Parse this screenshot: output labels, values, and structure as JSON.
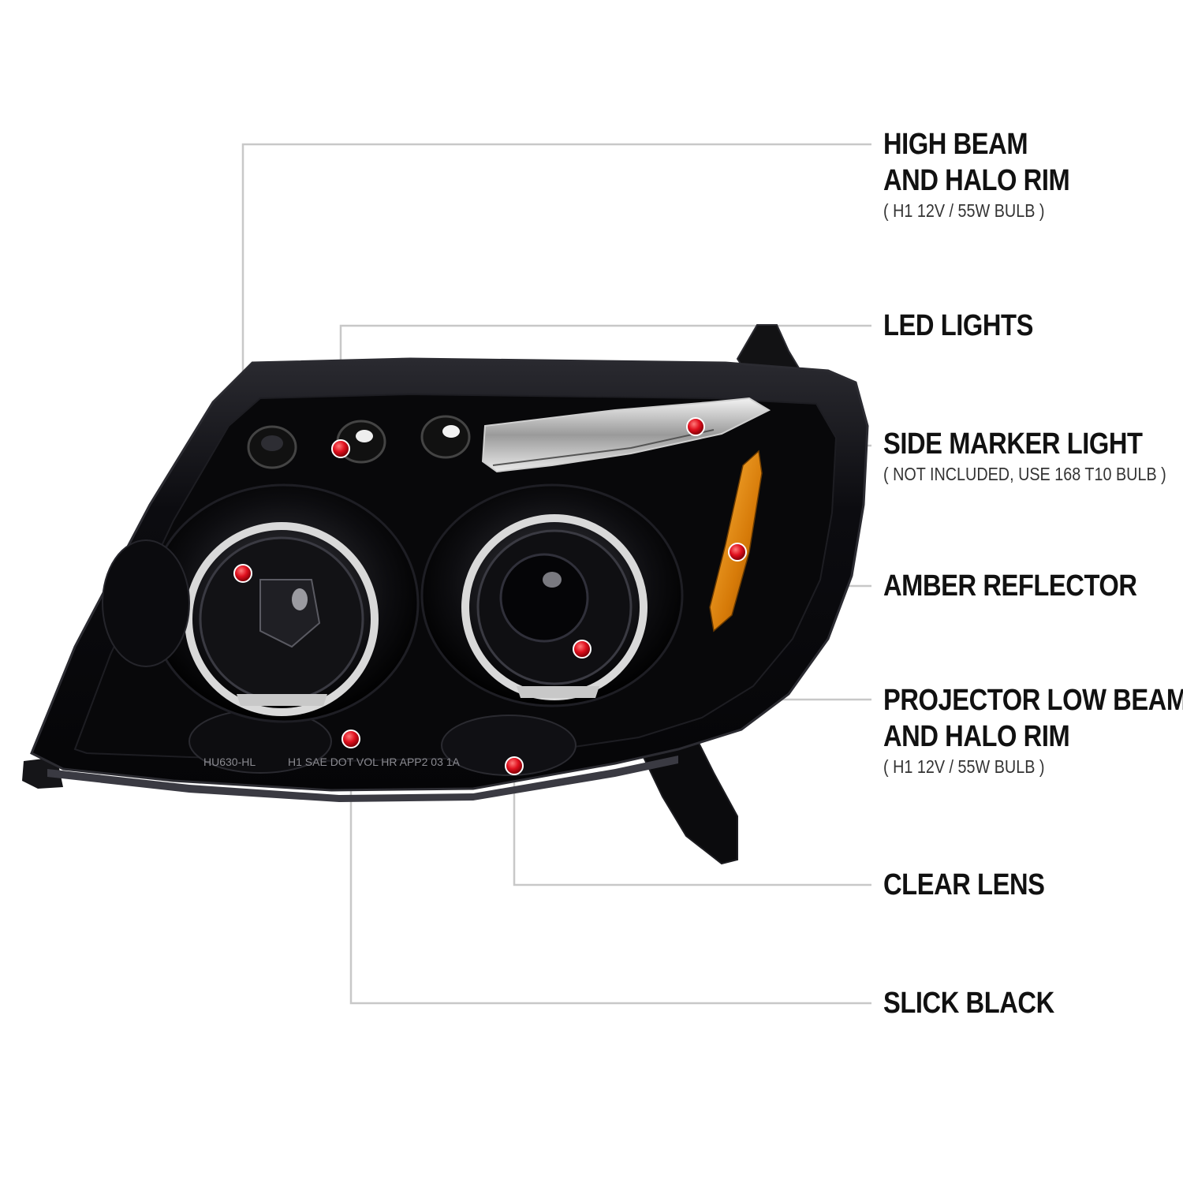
{
  "callouts": {
    "high_beam": {
      "line1": "HIGH BEAM",
      "line2": "AND HALO RIM",
      "spec": "( H1  12V / 55W  BULB )"
    },
    "led_lights": {
      "line1": "LED LIGHTS"
    },
    "side_marker": {
      "line1": "SIDE MARKER LIGHT",
      "spec": "( NOT INCLUDED, USE  168 T10  BULB )"
    },
    "amber_reflector": {
      "line1": "AMBER REFLECTOR"
    },
    "projector_low_beam": {
      "line1": "PROJECTOR LOW BEAM",
      "line2": "AND HALO RIM",
      "spec": "( H1  12V / 55W  BULB )"
    },
    "clear_lens": {
      "line1": "CLEAR LENS"
    },
    "slick_black": {
      "line1": "SLICK BLACK"
    }
  },
  "lens_markings": {
    "left": "HU630-HL",
    "right": "H1 SAE DOT VOL HR APP2 03 1A"
  },
  "colors": {
    "marker_dot": "#e0101e",
    "leader_line": "#c8c8c8",
    "housing": "#0a0a0c",
    "amber": "#e08a10",
    "text": "#111111"
  }
}
